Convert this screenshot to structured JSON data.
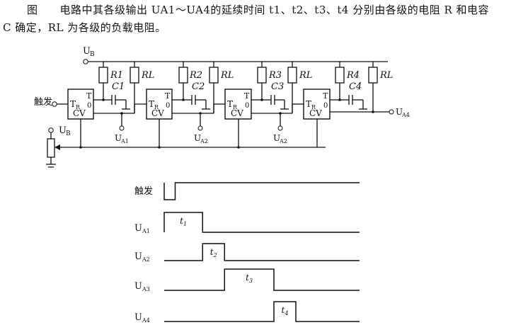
{
  "caption": {
    "line1": "图　　电路中其各级输出 UA1～UA4的延续时间 t1、t2、t3、t4 分别由各级的电阻 R 和电容",
    "line2": "C 确定，RL 为各级的负载电阻。"
  },
  "circuit": {
    "supply": "UB",
    "supply_sub": "B",
    "trigger": "触发",
    "control_supply": "UB",
    "control_supply_sub": "B",
    "stages": [
      {
        "r": "R1",
        "c": "C1",
        "rl": "RL",
        "out": "UA1"
      },
      {
        "r": "R2",
        "c": "C2",
        "rl": "RL",
        "out": "UA2"
      },
      {
        "r": "R3",
        "c": "C3",
        "rl": "RL",
        "out": "UA2"
      },
      {
        "r": "R4",
        "c": "C4",
        "rl": "RL",
        "out": "UA4"
      }
    ],
    "block": {
      "tr": "TR",
      "t": "T",
      "zero": "0",
      "cv": "CV"
    }
  },
  "timing": {
    "rows": [
      {
        "label": "触发",
        "pulse": "",
        "start": 0.0,
        "end": 0.1,
        "kind": "low"
      },
      {
        "label": "UA1",
        "pulse": "t1",
        "start": 0.0,
        "end": 0.35,
        "kind": "high"
      },
      {
        "label": "UA2",
        "pulse": "t2",
        "start": 0.35,
        "end": 0.55,
        "kind": "high"
      },
      {
        "label": "UA3",
        "pulse": "t3",
        "start": 0.55,
        "end": 1.0,
        "kind": "high"
      },
      {
        "label": "UA4",
        "pulse": "t4",
        "start": 1.0,
        "end": 1.2,
        "kind": "high"
      }
    ]
  }
}
